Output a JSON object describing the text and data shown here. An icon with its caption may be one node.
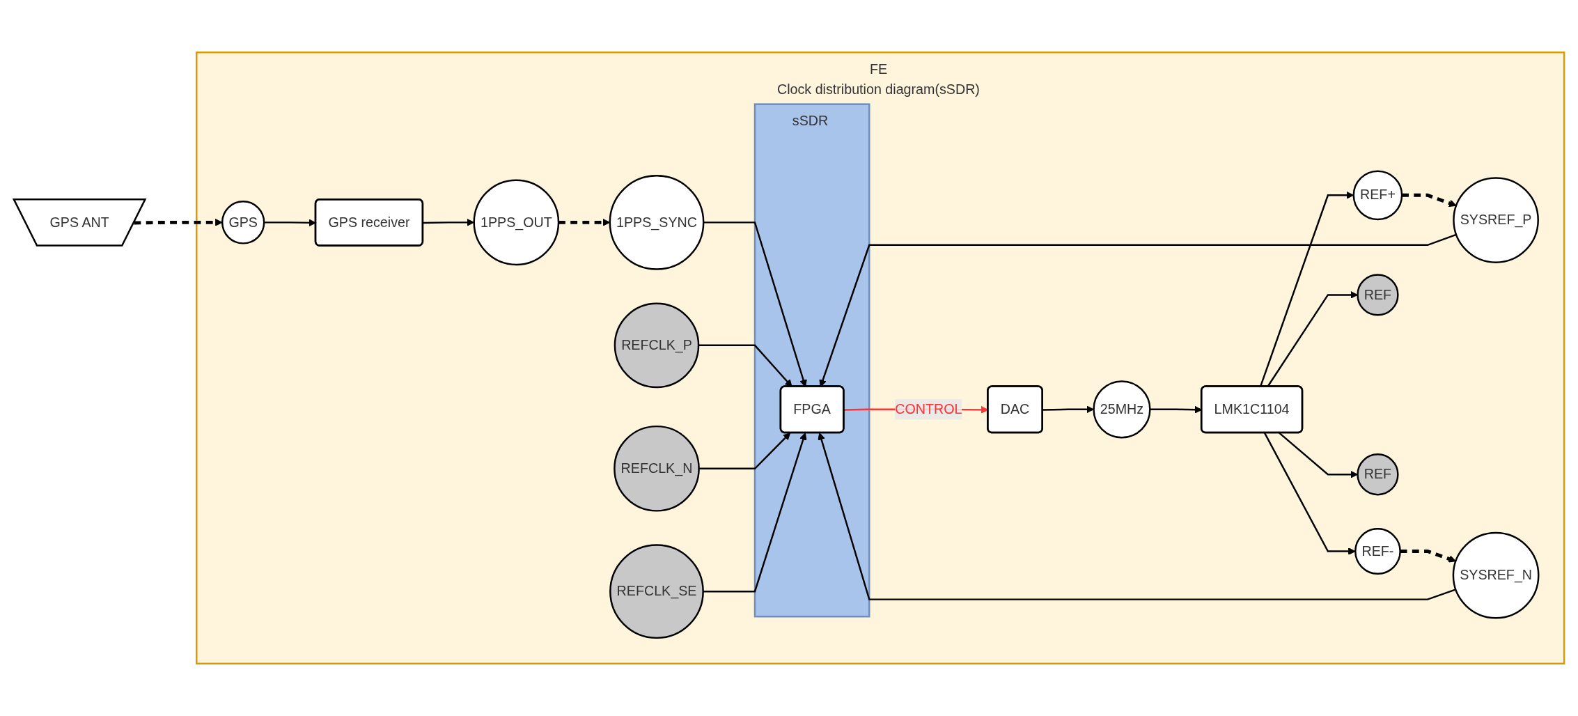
{
  "diagram": {
    "nodes": [
      {
        "text": [
          "FE",
          "Clock distribution diagram(sSDR)"
        ]
      },
      {
        "text": [
          "GPS ANT"
        ]
      },
      {
        "text": [
          "GPS"
        ],
        "in": 0
      },
      {
        "text": [
          "GPS receiver"
        ],
        "in": 0
      },
      {
        "text": [
          "REFCLK_P"
        ],
        "in": 0
      },
      {
        "text": [
          "REFCLK_N"
        ],
        "in": 0
      },
      {
        "text": [
          "sSDR"
        ],
        "in": 0
      },
      {
        "text": [
          "1PPS_OUT"
        ],
        "in": 0
      },
      {
        "text": [
          "1PPS_SYNC"
        ],
        "in": 0
      },
      {
        "text": [
          "REF+"
        ],
        "in": 0
      },
      {
        "text": [
          "SYSREF_P"
        ],
        "in": 0
      },
      {
        "text": [
          "DAC"
        ],
        "in": 0
      },
      {
        "text": [
          "25MHz"
        ],
        "in": 0
      },
      {
        "text": [
          "LMK1C1104"
        ],
        "in": 0
      },
      {
        "text": [
          "FPGA"
        ],
        "in": 6
      },
      {
        "text": [
          "REF-"
        ],
        "in": 0
      },
      {
        "text": [
          "SYSREF_N"
        ],
        "in": 0
      },
      {
        "text": [
          "REF"
        ],
        "in": 0
      },
      {
        "text": [
          "REF"
        ],
        "in": 0
      },
      {
        "text": [
          "REFCLK_SE"
        ],
        "in": 0
      }
    ],
    "edges": [
      {
        "from": 1,
        "to": 2,
        "arrow": "to",
        "style": "dashed"
      },
      {
        "from": 2,
        "to": 3,
        "arrow": "to"
      },
      {
        "from": 3,
        "to": 7,
        "arrow": "to"
      },
      {
        "from": 7,
        "to": 8,
        "arrow": "to",
        "style": "dashed"
      },
      {
        "from": 8,
        "to": 14,
        "arrow": "to"
      },
      {
        "from": 13,
        "to": 9,
        "arrow": "to"
      },
      {
        "from": 9,
        "to": 10,
        "arrow": "to",
        "style": "dashed"
      },
      {
        "from": 10,
        "to": 14,
        "arrow": "to"
      },
      {
        "from": 13,
        "to": 15,
        "arrow": "to"
      },
      {
        "from": 15,
        "to": 16,
        "arrow": "to",
        "style": "dashed"
      },
      {
        "from": 16,
        "to": 14,
        "arrow": "to"
      },
      {
        "from": 11,
        "to": 12,
        "arrow": "to"
      },
      {
        "from": 12,
        "to": 13,
        "arrow": "to"
      },
      {
        "from": 13,
        "to": 17,
        "arrow": "to"
      },
      {
        "from": 13,
        "to": 18,
        "arrow": "to"
      },
      {
        "from": 4,
        "to": 14,
        "arrow": "to"
      },
      {
        "from": 5,
        "to": 14,
        "arrow": "to"
      },
      {
        "from": 19,
        "to": 14,
        "arrow": "to"
      },
      {
        "from": 14,
        "to": 11,
        "arrow": "to",
        "label": "CONTROL",
        "color": "#ff3333"
      }
    ]
  }
}
